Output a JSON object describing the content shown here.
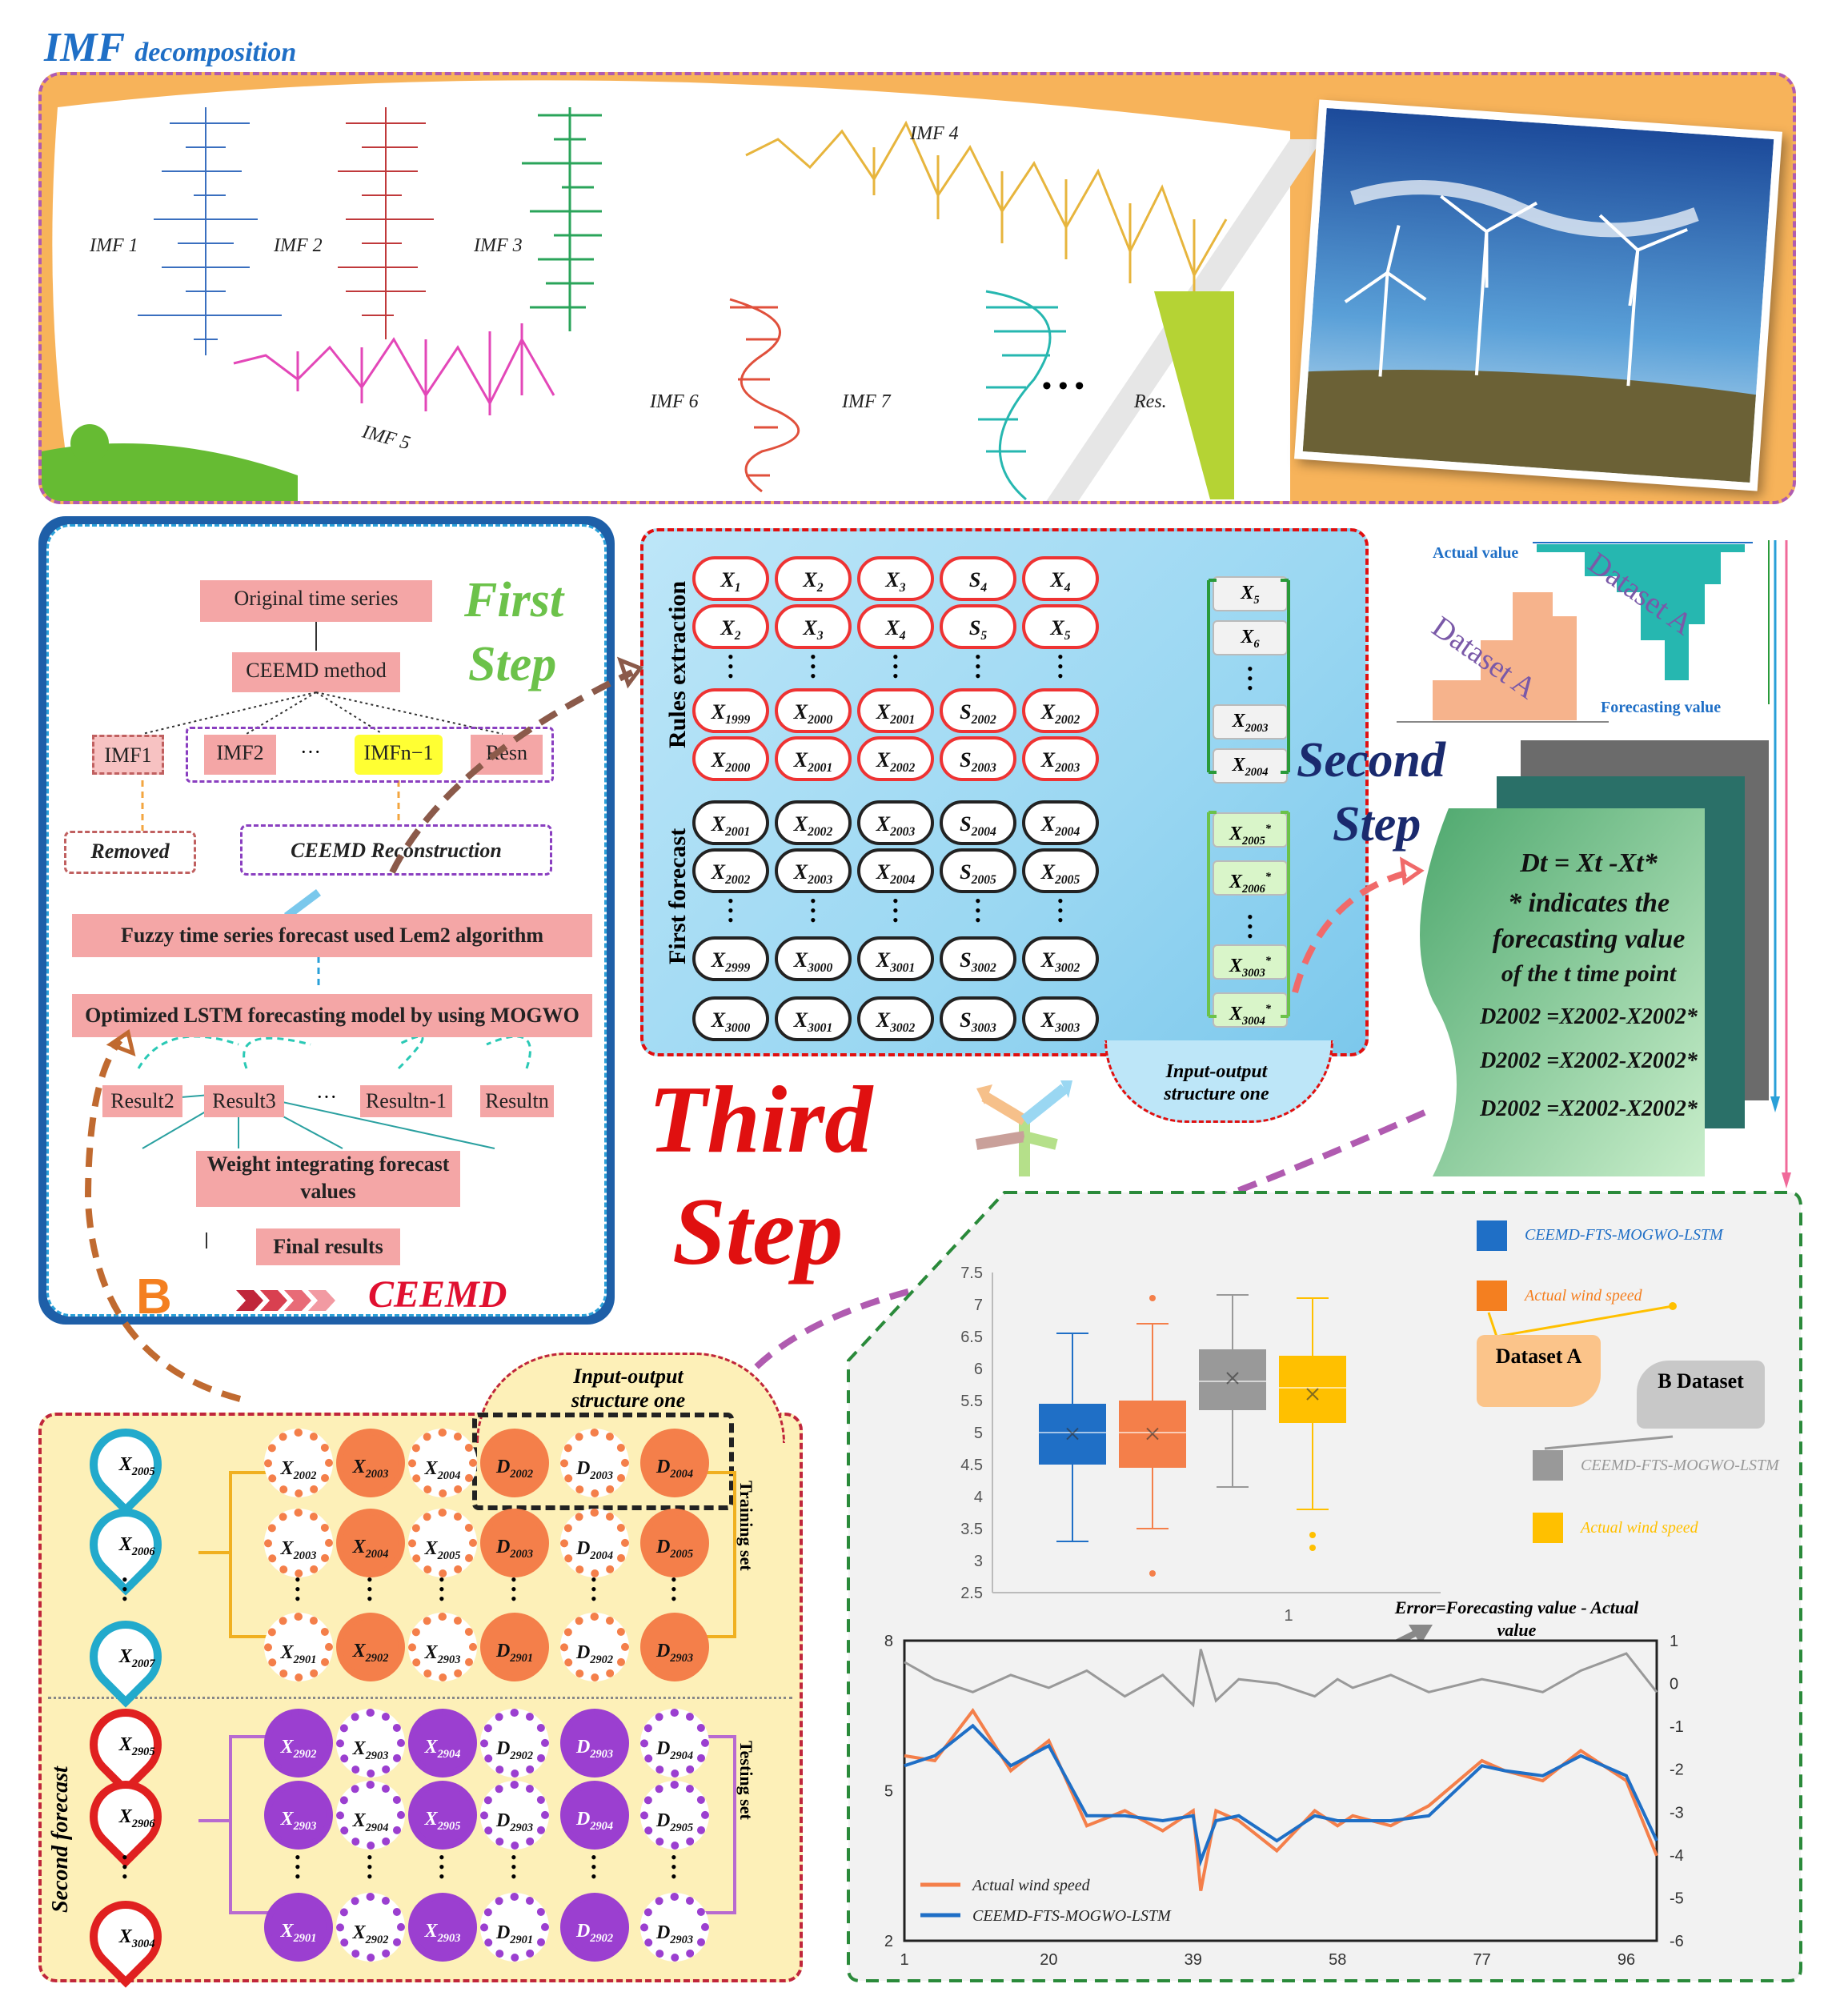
{
  "imf_section": {
    "title_main": "IMF",
    "title_sub": "decomposition",
    "labels": [
      "IMF 1",
      "IMF 2",
      "IMF 3",
      "IMF 4",
      "IMF 5",
      "IMF 6",
      "IMF 7",
      "Res."
    ],
    "ellipsis": "• • •"
  },
  "flowchart": {
    "original": "Original time series",
    "ceemd": "CEEMD method",
    "imf1": "IMF1",
    "imf2": "IMF2",
    "dots": "···",
    "imfn1": "IMFn−1",
    "resn": "Resn",
    "removed": "Removed",
    "reconstruction": "CEEMD Reconstruction",
    "fuzzy": "Fuzzy time series forecast used Lem2 algorithm",
    "lstm": "Optimized LSTM forecasting model by using MOGWO",
    "results": [
      "Result2",
      "Result3",
      "···",
      "Resultn-1",
      "Resultn"
    ],
    "weight": "Weight integrating forecast values",
    "final": "Final results",
    "b_letter": "B",
    "ceemd_logo": "CEEMD"
  },
  "first_step": {
    "line1": "First",
    "line2": "Step"
  },
  "second_step": {
    "line1": "Second",
    "line2": "Step"
  },
  "third_step": {
    "line1": "Third",
    "line2": "Step"
  },
  "rules": {
    "rules_label": "Rules extraction",
    "forecast_label": "First forecast",
    "io_label": "Input-output structure one",
    "top_rows": [
      [
        "X1",
        "X2",
        "X3",
        "S4",
        "X4"
      ],
      [
        "X2",
        "X3",
        "X4",
        "S5",
        "X5"
      ],
      [
        "X1999",
        "X2000",
        "X2001",
        "S2002",
        "X2002"
      ],
      [
        "X2000",
        "X2001",
        "X2002",
        "S2003",
        "X2003"
      ]
    ],
    "bottom_rows": [
      [
        "X2001",
        "X2002",
        "X2003",
        "S2004",
        "X2004"
      ],
      [
        "X2002",
        "X2003",
        "X2004",
        "S2005",
        "X2005"
      ],
      [
        "X2999",
        "X3000",
        "X3001",
        "S3002",
        "X3002"
      ],
      [
        "X3000",
        "X3001",
        "X3002",
        "S3003",
        "X3003"
      ]
    ],
    "out_top": [
      "X5",
      "X6",
      "X2003",
      "X2004"
    ],
    "out_bottom": [
      "X2005*",
      "X2006*",
      "X3003*",
      "X3004*"
    ]
  },
  "dataset_panel": {
    "actual": "Actual value",
    "forecast": "Forecasting value",
    "dataset_a1": "Dataset A",
    "dataset_a2": "Dataset A"
  },
  "formula_panel": {
    "line1": "Dt = Xt -Xt*",
    "line2": "* indicates the",
    "line3": "forecasting value",
    "line4": "of the t time point",
    "eq": "D2002 =X2002-X2002*"
  },
  "second_forecast": {
    "label": "Second forecast",
    "training": "Training set",
    "testing": "Testing set",
    "io_label": "Input-output structure one",
    "train_drops": [
      "X2005",
      "X2006",
      "X2007"
    ],
    "test_drops": [
      "X2905",
      "X2906",
      "X3004"
    ],
    "train_rows": [
      [
        "X2002",
        "X2003",
        "X2004",
        "D2002",
        "D2003",
        "D2004"
      ],
      [
        "X2003",
        "X2004",
        "X2005",
        "D2003",
        "D2004",
        "D2005"
      ],
      [
        "X2901",
        "X2902",
        "X2903",
        "D2901",
        "D2902",
        "D2903"
      ]
    ],
    "test_rows": [
      [
        "X2902",
        "X2903",
        "X2904",
        "D2902",
        "D2903",
        "D2904"
      ],
      [
        "X2903",
        "X2904",
        "X2905",
        "D2903",
        "D2904",
        "D2905"
      ],
      [
        "X2901",
        "X2902",
        "X2903",
        "D2901",
        "D2902",
        "D2903"
      ]
    ]
  },
  "results_panel": {
    "legend": [
      "CEEMD-FTS-MOGWO-LSTM",
      "Actual wind speed",
      "CEEMD-FTS-MOGWO-LSTM",
      "Actual wind speed"
    ],
    "dataset_a": "Dataset A",
    "dataset_b": "B Dataset",
    "error_note": "Error=Forecasting value - Actual value",
    "line_legend": [
      "Actual wind speed",
      "CEEMD-FTS-MOGWO-LSTM"
    ]
  },
  "colors": {
    "blue": "#1f6fc6",
    "orange": "#f47f4a",
    "gray": "#999999",
    "yellow": "#ffc000",
    "red": "#e01010",
    "purple": "#9b3fd0"
  },
  "chart_data": [
    {
      "type": "box",
      "categories": [
        "1"
      ],
      "ylim": [
        2.5,
        7.5
      ],
      "yticks": [
        "2.5",
        "3",
        "3.5",
        "4",
        "4.5",
        "5",
        "5.5",
        "6",
        "6.5",
        "7",
        "7.5"
      ],
      "series": [
        {
          "name": "CEEMD-FTS-MOGWO-LSTM",
          "min": 3.3,
          "q1": 4.5,
          "median": 5.0,
          "q3": 5.45,
          "max": 6.55,
          "mean": 4.98
        },
        {
          "name": "Actual wind speed",
          "min": 3.5,
          "q1": 4.45,
          "median": 5.0,
          "q3": 5.5,
          "max": 6.7,
          "mean": 4.98,
          "outliers": [
            7.1,
            2.8
          ]
        },
        {
          "name": "CEEMD-FTS-MOGWO-LSTM",
          "min": 4.15,
          "q1": 5.35,
          "median": 5.8,
          "q3": 6.3,
          "max": 7.15,
          "mean": 5.85
        },
        {
          "name": "Actual wind speed",
          "min": 3.8,
          "q1": 5.15,
          "median": 5.7,
          "q3": 6.2,
          "max": 7.1,
          "mean": 5.6,
          "outliers": [
            3.4,
            3.2
          ]
        }
      ]
    },
    {
      "type": "line",
      "x": [
        1,
        5,
        10,
        15,
        20,
        25,
        30,
        35,
        39,
        40,
        42,
        45,
        50,
        55,
        58,
        60,
        65,
        70,
        77,
        80,
        85,
        90,
        96,
        100
      ],
      "xticks": [
        "1",
        "20",
        "39",
        "58",
        "77",
        "96"
      ],
      "ylim": [
        2,
        8
      ],
      "yticks": [
        "2",
        "5",
        "8"
      ],
      "y2lim": [
        -6,
        1
      ],
      "y2ticks": [
        "1",
        "0",
        "-1",
        "-2",
        "-3",
        "-4",
        "-5",
        "-6"
      ],
      "series": [
        {
          "name": "Actual wind speed",
          "values": [
            5.7,
            5.6,
            6.6,
            5.4,
            6.0,
            4.3,
            4.6,
            4.2,
            4.6,
            3.0,
            4.6,
            4.4,
            3.8,
            4.6,
            4.3,
            4.5,
            4.3,
            4.7,
            5.6,
            5.4,
            5.2,
            5.8,
            5.2,
            3.7
          ]
        },
        {
          "name": "CEEMD-FTS-MOGWO-LSTM",
          "values": [
            5.5,
            5.7,
            6.3,
            5.5,
            5.9,
            4.5,
            4.5,
            4.4,
            4.5,
            3.6,
            4.4,
            4.5,
            4.0,
            4.5,
            4.4,
            4.4,
            4.4,
            4.5,
            5.5,
            5.4,
            5.3,
            5.7,
            5.3,
            4.0
          ]
        },
        {
          "name": "Error",
          "values": [
            0.5,
            0.1,
            -0.2,
            0.2,
            -0.1,
            0.3,
            -0.3,
            0.2,
            -0.5,
            0.8,
            -0.4,
            0.1,
            0.0,
            -0.3,
            0.1,
            -0.1,
            0.2,
            -0.2,
            0.1,
            0.0,
            -0.2,
            0.3,
            0.7,
            -0.2
          ]
        }
      ]
    }
  ]
}
